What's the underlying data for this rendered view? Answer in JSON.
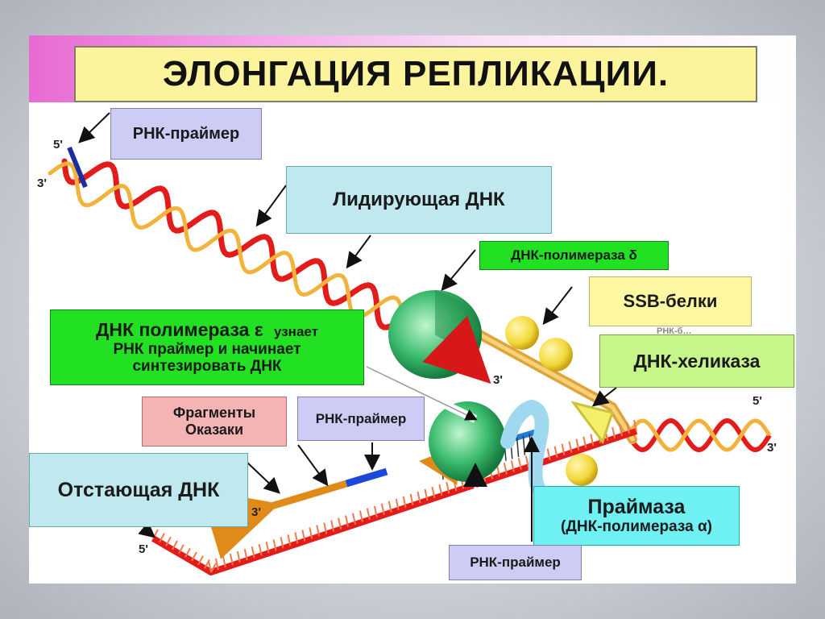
{
  "title": "ЭЛОНГАЦИЯ РЕПЛИКАЦИИ.",
  "labels": {
    "rna_primer_top": "РНК-праймер",
    "leading_dna": "Лидирующая ДНК",
    "dna_pol_delta": "ДНК-полимераза δ",
    "ssb_proteins": "SSB-белки",
    "ssb_faded": "РНК-б…",
    "dna_pol_epsilon_line1": "ДНК полимераза ε",
    "dna_pol_epsilon_line1b": "узнает",
    "dna_pol_epsilon_line2": "РНК праймер и  начинает",
    "dna_pol_epsilon_line3": "синтезировать ДНК",
    "helicase": "ДНК-хеликаза",
    "okazaki_line1": "Фрагменты",
    "okazaki_line2": "Оказаки",
    "rna_primer_mid": "РНК-праймер",
    "lagging_dna": "Отстающая  ДНК",
    "primase_line1": "Праймаза",
    "primase_line2": "(ДНК-полимераза α)",
    "rna_primer_bottom": "РНК-праймер"
  },
  "strand_ends": {
    "top_5": "5'",
    "top_3": "3'",
    "right_5": "5'",
    "right_3": "3'",
    "mid_3": "3'",
    "left_3": "3'",
    "bottom_5": "5'"
  },
  "colors": {
    "title_bg": "#fbf49c",
    "leading_strand": "#e21b1b",
    "template_strand": "#f2b33c",
    "primer": "#1b2e9e",
    "polymerase": "#2fae62",
    "ssb": "#f3d83a"
  }
}
